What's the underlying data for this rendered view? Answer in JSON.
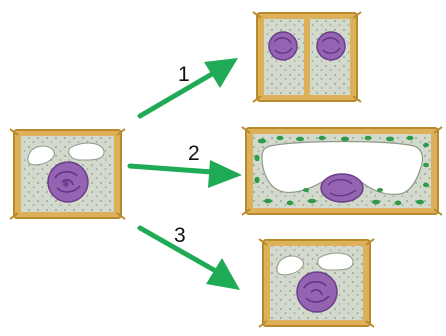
{
  "arrows": [
    {
      "label": "1"
    },
    {
      "label": "2"
    },
    {
      "label": "3"
    }
  ],
  "colors": {
    "cell_wall": "#d9ad4a",
    "cell_wall_dark": "#b88a2c",
    "cytoplasm": "#cfd6c8",
    "nucleus": "#8c5aa8",
    "nucleus_dark": "#5e3480",
    "vacuole": "#ffffff",
    "chloroplast": "#2f9a48",
    "arrow": "#1faa55"
  },
  "icons": {
    "parent_cell": "plant-cell-with-vacuoles",
    "outcome_1": "dividing-cell",
    "outcome_2": "cell-with-large-vacuole-and-chloroplasts",
    "outcome_3": "cell-with-vacuoles"
  }
}
